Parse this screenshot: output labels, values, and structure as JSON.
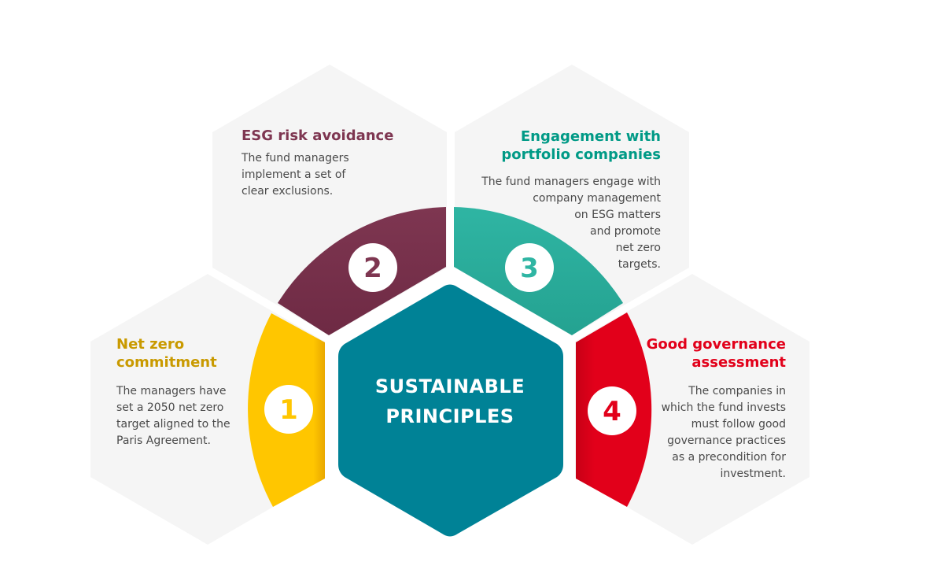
{
  "center": {
    "line1": "SUSTAINABLE",
    "line2": "PRINCIPLES",
    "color": "#008296"
  },
  "principles": [
    {
      "number": "1",
      "title_lines": [
        "Net zero",
        "commitment"
      ],
      "body_lines": [
        "The managers have",
        "set a 2050 net zero",
        "target aligned to the",
        "Paris Agreement."
      ],
      "color": "#FFC600",
      "title_color": "#C99A00"
    },
    {
      "number": "2",
      "title_lines": [
        "ESG risk avoidance"
      ],
      "body_lines": [
        "The fund managers",
        "implement a set of",
        "clear exclusions."
      ],
      "color": "#7E3651",
      "title_color": "#7E3651"
    },
    {
      "number": "3",
      "title_lines": [
        "Engagement with",
        "portfolio companies"
      ],
      "body_lines": [
        "The fund managers engage with",
        "company management",
        "on ESG matters",
        "and promote",
        "net zero",
        "targets."
      ],
      "color": "#2FB5A3",
      "title_color": "#009A86"
    },
    {
      "number": "4",
      "title_lines": [
        "Good governance",
        "assessment"
      ],
      "body_lines": [
        "The companies in",
        "which the fund invests",
        "must follow good",
        "governance practices",
        "as a precondition for",
        "investment."
      ],
      "color": "#E2001A",
      "title_color": "#E2001A"
    }
  ],
  "background_hex_color": "#F5F5F5"
}
